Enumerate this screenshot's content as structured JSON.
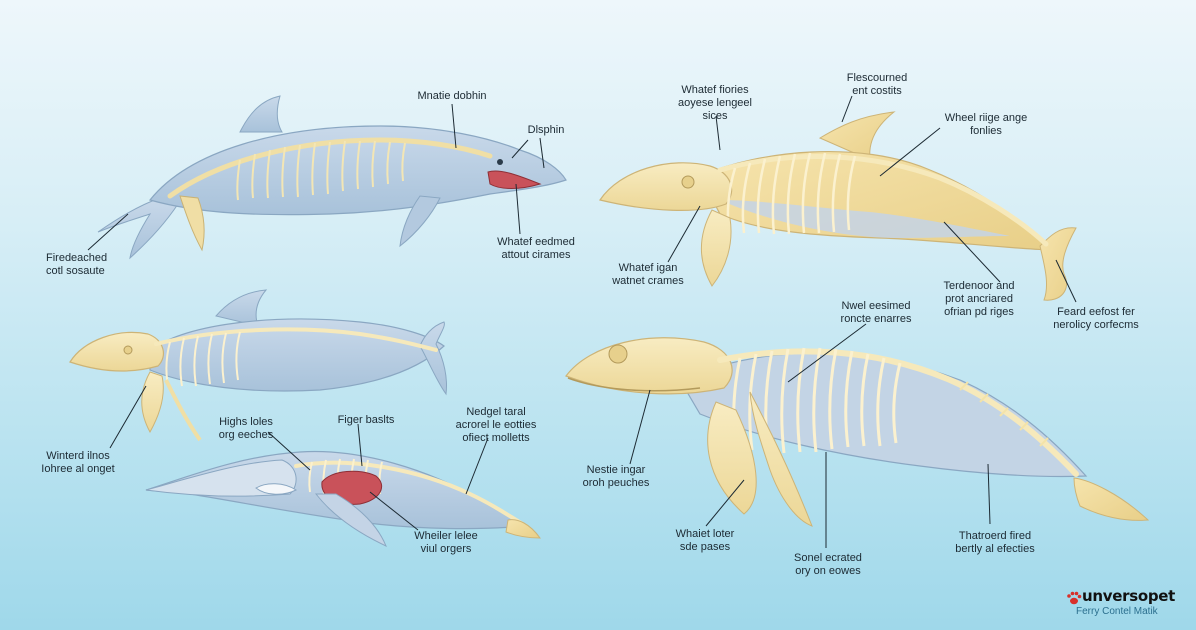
{
  "labels": {
    "a1": "Mnatie dobhin",
    "a2": "Dlsphin",
    "a3": [
      "Firedeached",
      "cotl sosaute"
    ],
    "a4": [
      "Whatef eedmed",
      "attout cirames"
    ],
    "b1": [
      "Whatef fiories",
      "aoyese lengeel",
      "sices"
    ],
    "b2": [
      "Flescourned",
      "ent costits"
    ],
    "b3": [
      "Wheel riige ange",
      "fonlies"
    ],
    "b4": [
      "Whatef igan",
      "watnet crames"
    ],
    "b5": [
      "Terdenoor and",
      "prot ancriared",
      "ofrian pd riges"
    ],
    "b6": [
      "Feard eefost fer",
      "nerolicy corfecms"
    ],
    "c1": [
      "Highs loles",
      "org eeches"
    ],
    "c2": "Figer baslts",
    "c3": [
      "Nedgel taral",
      "acrorel le eotties",
      "ofiect molletts"
    ],
    "c4": [
      "Winterd ilnos",
      "Iohree al onget"
    ],
    "c5": [
      "Wheiler lelee",
      "viul orgers"
    ],
    "d1": [
      "Nwel eesimed",
      "roncte enarres"
    ],
    "d2": [
      "Nestie ingar",
      "oroh peuches"
    ],
    "d3": [
      "Whaiet loter",
      "sde pases"
    ],
    "d4": [
      "Sonel ecrated",
      "ory on eowes"
    ],
    "d5": [
      "Thatroerd fired",
      "bertly al efecties"
    ]
  },
  "logo": {
    "brand": "unversopet",
    "tagline": "Ferry Contel Matik",
    "icon": "paw-icon"
  },
  "colors": {
    "background_top": "#eef7fb",
    "background_bottom": "#9fd8ea",
    "body_blue": "#b9cfe2",
    "bone": "#f3e3a8",
    "organ_red": "#c9525a"
  }
}
